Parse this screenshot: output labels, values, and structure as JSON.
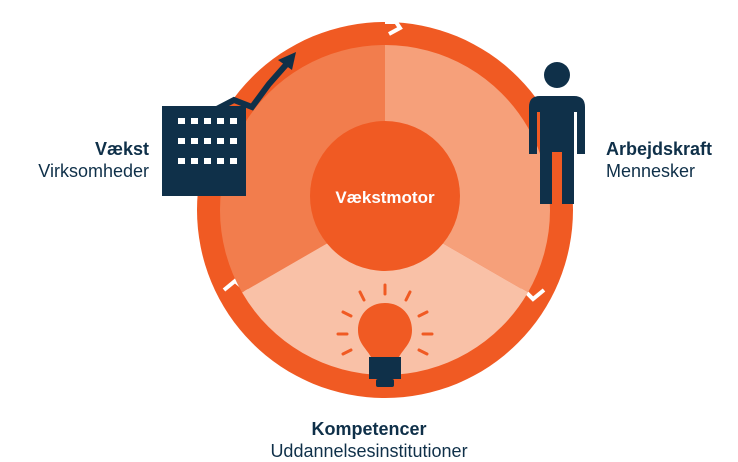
{
  "center": {
    "label": "Vækstmotor"
  },
  "segments": [
    {
      "title": "Vækst",
      "subtitle": "Virksomheder"
    },
    {
      "title": "Arbejdskraft",
      "subtitle": "Mennesker"
    },
    {
      "title": "Kompetencer",
      "subtitle": "Uddannelsesinstitutioner"
    }
  ],
  "colors": {
    "ring": "#f05a23",
    "segment_vaekst": "#f27d4d",
    "segment_arbejdskraft": "#f6a07a",
    "segment_kompetencer": "#f9c1a7",
    "hub": "#f05a23",
    "icon": "#0f3049",
    "text": "#0f3049"
  },
  "icons": [
    "building-growth-icon",
    "person-icon",
    "lightbulb-icon"
  ]
}
